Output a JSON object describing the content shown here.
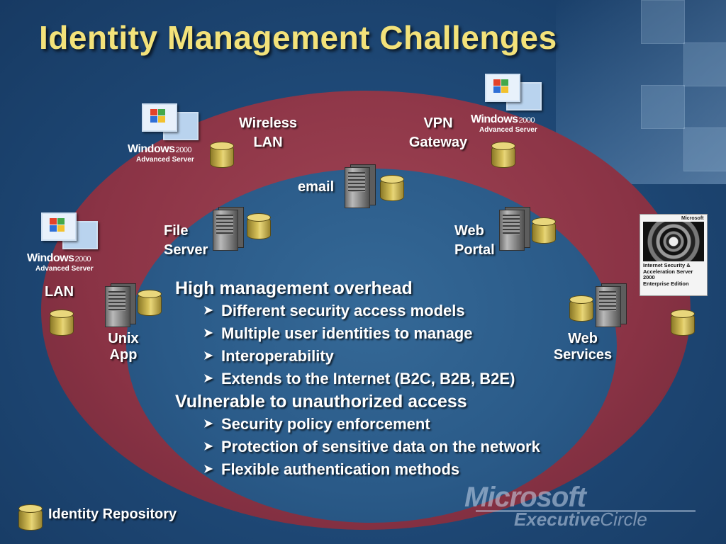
{
  "slide": {
    "title": "Identity Management Challenges"
  },
  "nodes": {
    "wireless_lan": "Wireless\nLAN",
    "vpn_gateway": "VPN\nGateway",
    "email": "email",
    "file_server": "File\nServer",
    "web_portal": "Web\nPortal",
    "lan": "LAN",
    "unix_app": "Unix\nApp",
    "web_services": "Web\nServices"
  },
  "windows_logo": {
    "brand": "Windows",
    "year": "2000",
    "edition": "Advanced Server"
  },
  "isa_box": {
    "vendor": "Microsoft",
    "product": "Internet Security & Acceleration Server 2000",
    "edition": "Enterprise Edition"
  },
  "content": {
    "sections": [
      {
        "heading": "High management overhead",
        "items": [
          "Different security access models",
          "Multiple user identities to manage",
          "Interoperability",
          "Extends to the Internet (B2C, B2B, B2E)"
        ]
      },
      {
        "heading": "Vulnerable to unauthorized access",
        "items": [
          "Security policy enforcement",
          "Protection of sensitive data on the network",
          "Flexible authentication methods"
        ]
      }
    ]
  },
  "legend": {
    "label": "Identity Repository"
  },
  "branding": {
    "top": "Microsoft",
    "bottom_bold": "Executive",
    "bottom_rest": "Circle"
  },
  "colors": {
    "title": "#f3e27a",
    "outer_ring": "#8a3345",
    "inner_ring": "#2a5a88",
    "background": "#1f4a78",
    "repository": "#d8c25a"
  }
}
